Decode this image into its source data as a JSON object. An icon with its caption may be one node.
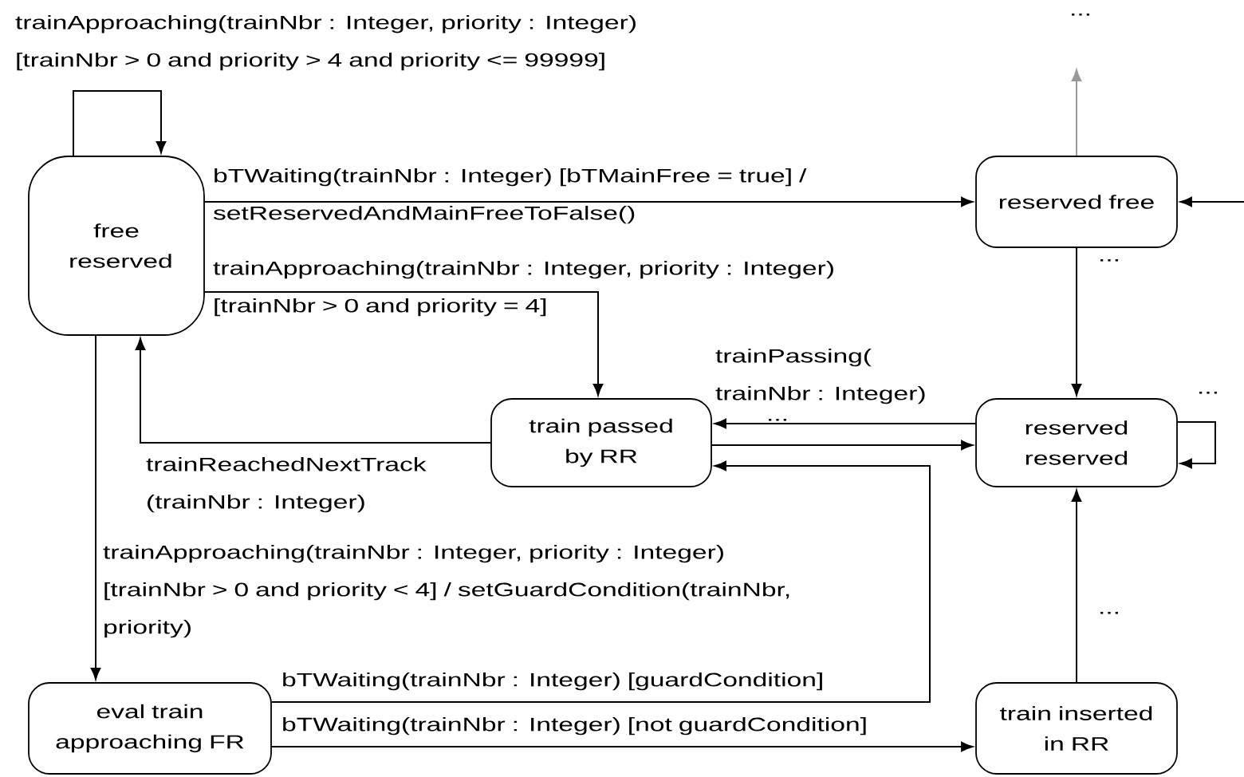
{
  "diagram": {
    "nodes": [
      {
        "text": [
          "free reserved"
        ]
      },
      {
        "text": [
          "reserved free"
        ]
      },
      {
        "text": [
          "train passed by RR"
        ]
      },
      {
        "text": [
          "reserved reserved"
        ]
      },
      {
        "text": [
          "eval train approaching FR"
        ]
      },
      {
        "text": [
          "train inserted in RR"
        ]
      }
    ],
    "edges": [
      {
        "from": 0,
        "to": 0,
        "arrow": "to",
        "label": "trainApproaching(trainNbr :  Integer, priority : Integer) [trainNbr > 0 and priority > 4 and priority <= 99999]"
      },
      {
        "from": 0,
        "to": 1,
        "arrow": "to",
        "label": "bTWaiting(trainNbr : Integer) [bTMainFree = true] / setReservedAndMainFreeToFalse()"
      },
      {
        "from": 0,
        "to": 2,
        "arrow": "to",
        "label": "trainApproaching(trainNbr : Integer, priority : Integer) [trainNbr > 0 and priority = 4]"
      },
      {
        "from": 2,
        "to": 0,
        "arrow": "to",
        "label": "trainReachedNextTrack (trainNbr : Integer)"
      },
      {
        "from": 0,
        "to": 4,
        "arrow": "to",
        "label": "trainApproaching(trainNbr :  Integer, priority : Integer) [trainNbr > 0 and priority < 4] / setGuardCondition(trainNbr, priority)"
      },
      {
        "from": 4,
        "to": 2,
        "arrow": "to",
        "label": "bTWaiting(trainNbr : Integer) [guardCondition]"
      },
      {
        "from": 4,
        "to": 5,
        "arrow": "to",
        "label": "bTWaiting(trainNbr : Integer) [not guardCondition]"
      },
      {
        "from": 3,
        "to": 2,
        "arrow": "to",
        "label": "trainPassing( trainNbr : Integer)"
      },
      {
        "from": 2,
        "to": 3,
        "arrow": "to",
        "label": "..."
      },
      {
        "from": 3,
        "to": 3,
        "arrow": "to",
        "label": "..."
      },
      {
        "from": 5,
        "to": 3,
        "arrow": "to",
        "label": "..."
      },
      {
        "from": 1,
        "to": 3,
        "arrow": "to",
        "label": "..."
      },
      {
        "from": 1,
        "to": null,
        "arrow": "to",
        "label": "...",
        "color": "#999999"
      },
      {
        "from": null,
        "to": 1,
        "arrow": "to"
      }
    ]
  }
}
